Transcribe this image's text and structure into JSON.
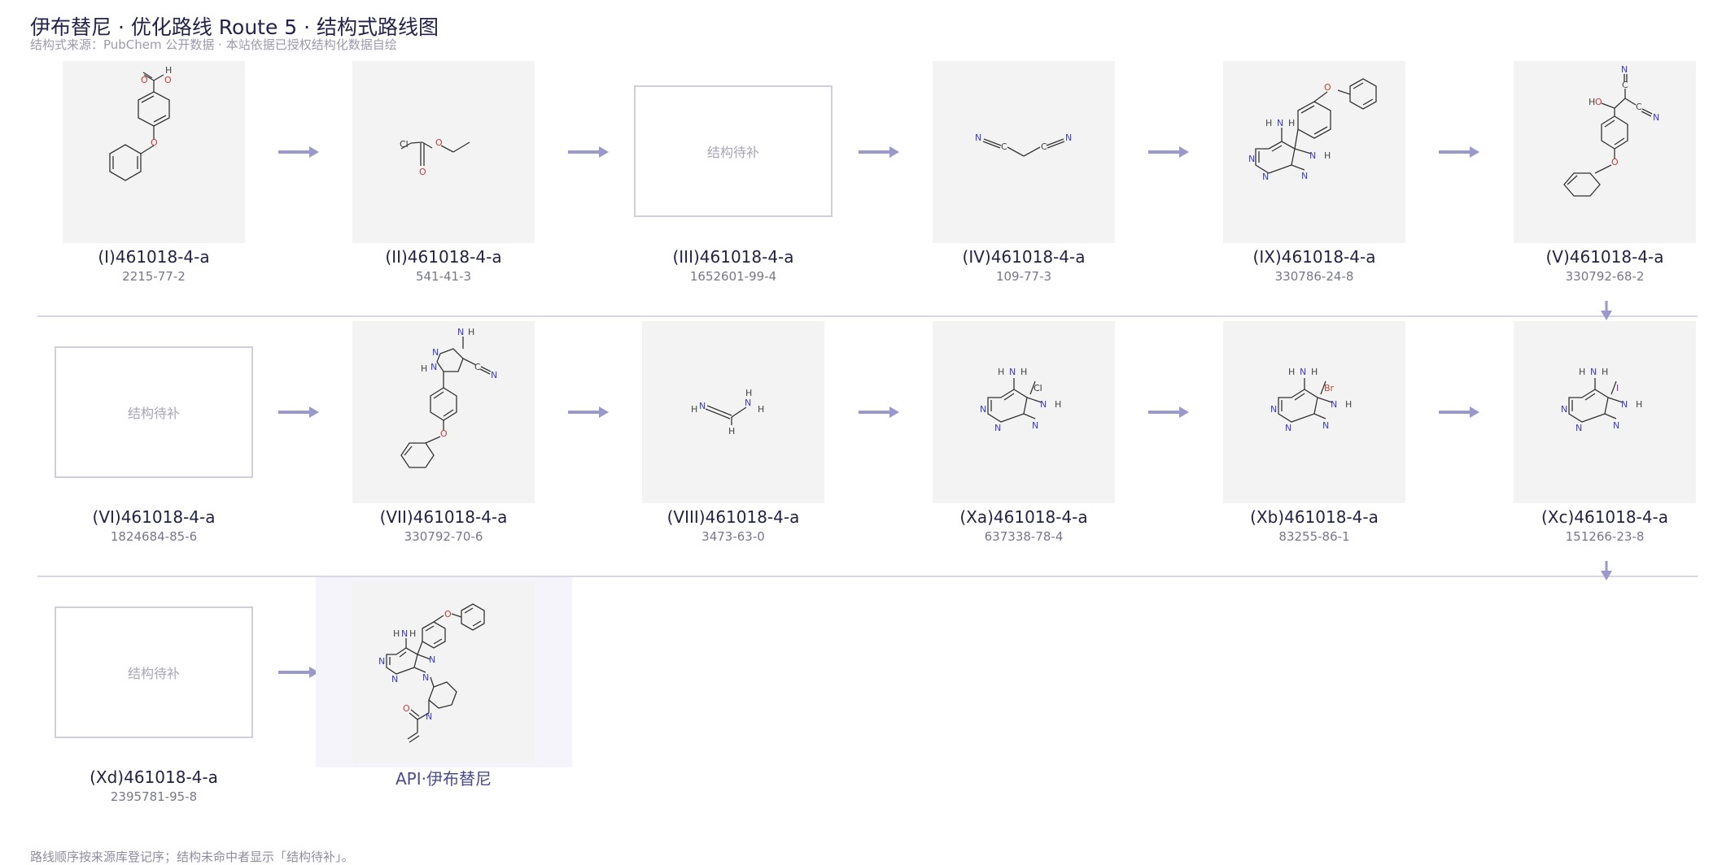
{
  "header": {
    "title": "伊布替尼 · 优化路线 Route 5 · 结构式路线图",
    "subtitle": "结构式来源：PubChem 公开数据 · 本站依据已授权结构化数据自绘"
  },
  "placeholder_text": "结构待补",
  "nodes": [
    {
      "label": "(I)461018-4-a",
      "cas": "2215-77-2"
    },
    {
      "label": "(II)461018-4-a",
      "cas": "541-41-3"
    },
    {
      "label": "(III)461018-4-a",
      "cas": "1652601-99-4"
    },
    {
      "label": "(IV)461018-4-a",
      "cas": "109-77-3"
    },
    {
      "label": "(IX)461018-4-a",
      "cas": "330786-24-8"
    },
    {
      "label": "(V)461018-4-a",
      "cas": "330792-68-2"
    },
    {
      "label": "(VI)461018-4-a",
      "cas": "1824684-85-6"
    },
    {
      "label": "(VII)461018-4-a",
      "cas": "330792-70-6"
    },
    {
      "label": "(VIII)461018-4-a",
      "cas": "3473-63-0"
    },
    {
      "label": "(Xa)461018-4-a",
      "cas": "637338-78-4"
    },
    {
      "label": "(Xb)461018-4-a",
      "cas": "83255-86-1"
    },
    {
      "label": "(Xc)461018-4-a",
      "cas": "151266-23-8"
    },
    {
      "label": "(Xd)461018-4-a",
      "cas": "2395781-95-8"
    }
  ],
  "api": {
    "label": "API·伊布替尼"
  },
  "atoms": {
    "O": "O",
    "H": "H",
    "N": "N",
    "C": "C",
    "Cl": "Cl",
    "Br": "Br",
    "I": "I"
  },
  "colors": {
    "arrow": "#9a98cc",
    "bond": "#333333",
    "nitrogen": "#3b3bd0",
    "oxygen": "#cc3a3a",
    "card_bg": "#f3f3f3",
    "api_bg": "#f4f4fa"
  },
  "footnote": "路线顺序按来源库登记序；结构未命中者显示「结构待补」。"
}
